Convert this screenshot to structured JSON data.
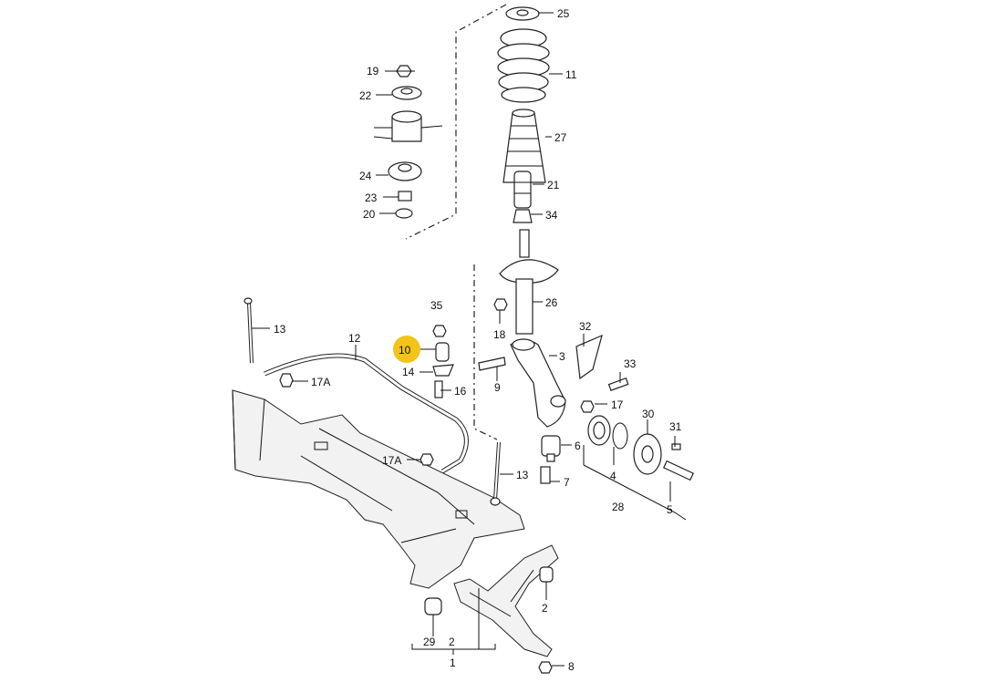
{
  "highlight_color": "#f2c418",
  "labels": {
    "l1": "1",
    "l2": "2",
    "l2b": "2",
    "l3": "3",
    "l4": "4",
    "l5": "5",
    "l6": "6",
    "l7": "7",
    "l8": "8",
    "l9": "9",
    "l10": "10",
    "l11": "11",
    "l12": "12",
    "l13a": "13",
    "l13b": "13",
    "l14": "14",
    "l16": "16",
    "l17": "17",
    "l17a1": "17A",
    "l17a2": "17A",
    "l18": "18",
    "l19": "19",
    "l20": "20",
    "l21": "21",
    "l22": "22",
    "l23": "23",
    "l24": "24",
    "l25": "25",
    "l26": "26",
    "l27": "27",
    "l28": "28",
    "l29": "29",
    "l30": "30",
    "l31": "31",
    "l32": "32",
    "l33": "33",
    "l34": "34",
    "l35": "35"
  }
}
